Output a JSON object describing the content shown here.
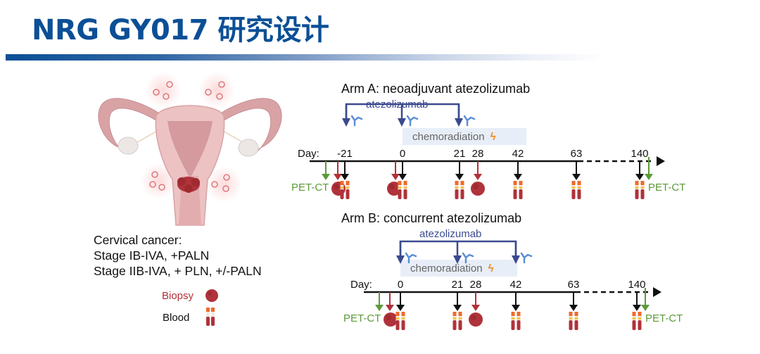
{
  "header": {
    "title": "NRG GY017 研究设计"
  },
  "colors": {
    "title": "#0b4f96",
    "atezolizumab": "#3b4a8f",
    "antibody_icon": "#5b8fd6",
    "chemo_box": "#e8eef8",
    "bolt": "#f08a1c",
    "pet_ct": "#5c9a3a",
    "biopsy": "#b0323a",
    "blood": "#b0323a",
    "timeline": "#111111"
  },
  "patient": {
    "illustration": "uterus-with-cervical-tumor",
    "lines": [
      "Cervical cancer:",
      "Stage IB-IVA, +PALN",
      "Stage IIB-IVA, + PLN, +/-PALN"
    ]
  },
  "legend": [
    {
      "label": "Biopsy",
      "icon": "biopsy-icon",
      "color": "#b0323a"
    },
    {
      "label": "Blood",
      "icon": "blood-tube-icon",
      "color": "#111111"
    }
  ],
  "arms": [
    {
      "title": "Arm A: neoadjuvant atezolizumab",
      "atezolizumab_label": "atezolizumab",
      "atezolizumab_days": [
        -21,
        0,
        21
      ],
      "chemo_label": "chemoradiation",
      "chemo_icon": "lightning-bolt-icon",
      "day_label": "Day:",
      "ticks": [
        "-21",
        "0",
        "21",
        "28",
        "42",
        "63",
        "140"
      ],
      "pet_ct_label": "PET-CT",
      "events": {
        "pet_ct": [
          "pre(-21)",
          "after(140)"
        ],
        "biopsy": [
          -21,
          0,
          28
        ],
        "blood": [
          -21,
          0,
          21,
          42,
          63,
          140
        ]
      }
    },
    {
      "title": "Arm B: concurrent atezolizumab",
      "atezolizumab_label": "atezolizumab",
      "atezolizumab_days": [
        0,
        21,
        42
      ],
      "chemo_label": "chemoradiation",
      "chemo_icon": "lightning-bolt-icon",
      "day_label": "Day:",
      "ticks": [
        "0",
        "21",
        "28",
        "42",
        "63",
        "140"
      ],
      "pet_ct_label": "PET-CT",
      "events": {
        "pet_ct": [
          "pre(0)",
          "after(140)"
        ],
        "biopsy": [
          0,
          28
        ],
        "blood": [
          0,
          21,
          42,
          63,
          140
        ]
      }
    }
  ]
}
